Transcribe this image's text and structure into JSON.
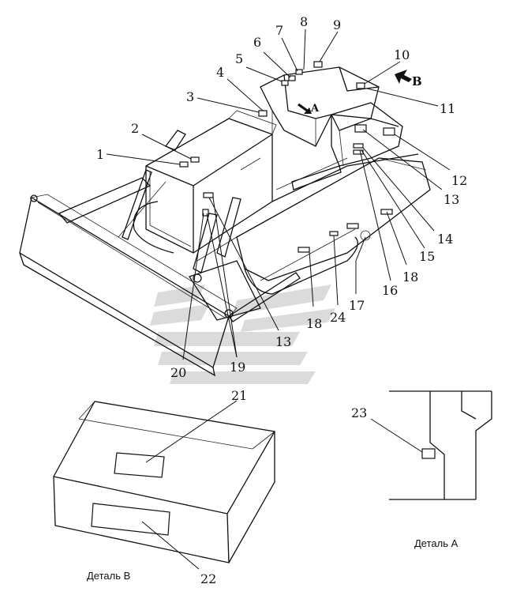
{
  "diagram": {
    "callouts": [
      "1",
      "2",
      "3",
      "4",
      "5",
      "6",
      "7",
      "8",
      "9",
      "10",
      "11",
      "12",
      "13",
      "14",
      "15",
      "16",
      "17",
      "18",
      "18",
      "13",
      "19",
      "20",
      "21",
      "22",
      "23",
      "24"
    ],
    "view_letters": {
      "a": "A",
      "b": "B"
    },
    "captions": {
      "detail_b": "Деталь B",
      "detail_a": "Деталь А"
    },
    "colors": {
      "line": "#111111",
      "watermark": "#c8c8c8"
    }
  }
}
